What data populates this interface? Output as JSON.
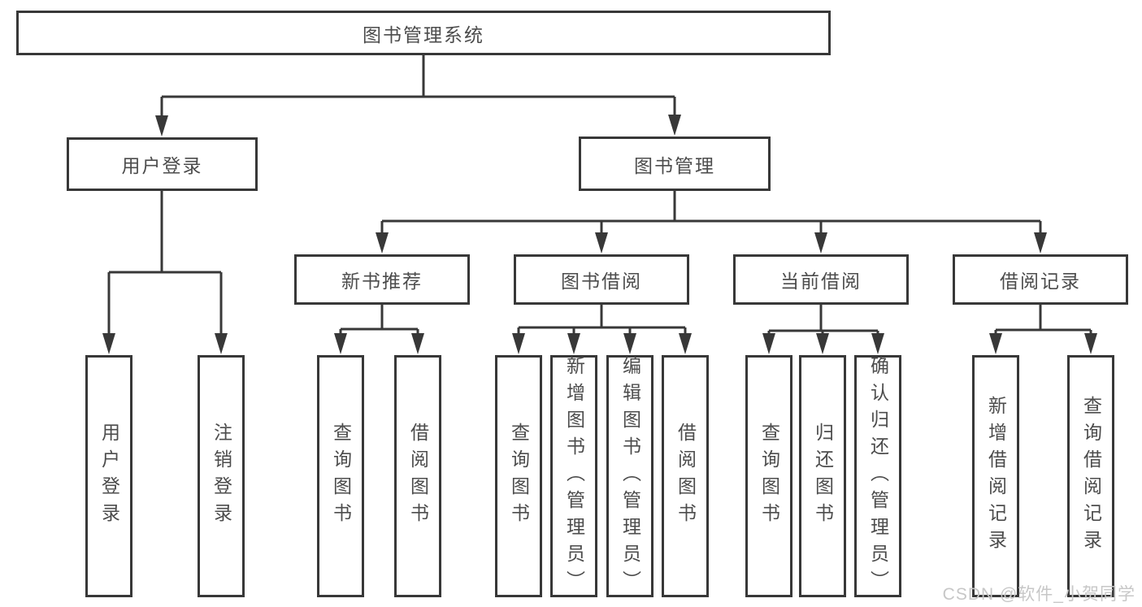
{
  "diagram_title": "图书管理系统",
  "watermark": "CSDN @软件_小贺同学",
  "colors": {
    "background": "#ffffff",
    "line": "#383838",
    "box_border": "#383838",
    "text": "#4c4c4c",
    "watermark": "#c7c7c7"
  },
  "nodes": {
    "root": {
      "label": "图书管理系统"
    },
    "level2": [
      {
        "label": "用户登录",
        "parent": "图书管理系统"
      },
      {
        "label": "图书管理",
        "parent": "图书管理系统"
      }
    ],
    "level3": [
      {
        "label": "新书推荐",
        "parent": "图书管理"
      },
      {
        "label": "图书借阅",
        "parent": "图书管理"
      },
      {
        "label": "当前借阅",
        "parent": "图书管理"
      },
      {
        "label": "借阅记录",
        "parent": "图书管理"
      }
    ],
    "leaves": [
      {
        "label": "用户登录",
        "parent": "用户登录"
      },
      {
        "label": "注销登录",
        "parent": "用户登录"
      },
      {
        "label": "查询图书",
        "parent": "新书推荐"
      },
      {
        "label": "借阅图书",
        "parent": "新书推荐"
      },
      {
        "label": "查询图书",
        "parent": "图书借阅"
      },
      {
        "label": "新增图书（管理员）",
        "parent": "图书借阅"
      },
      {
        "label": "编辑图书（管理员）",
        "parent": "图书借阅"
      },
      {
        "label": "借阅图书",
        "parent": "图书借阅"
      },
      {
        "label": "查询图书",
        "parent": "当前借阅"
      },
      {
        "label": "归还图书",
        "parent": "当前借阅"
      },
      {
        "label": "确认归还（管理员）",
        "parent": "当前借阅"
      },
      {
        "label": "新增借阅记录",
        "parent": "借阅记录"
      },
      {
        "label": "查询借阅记录",
        "parent": "借阅记录"
      }
    ]
  }
}
